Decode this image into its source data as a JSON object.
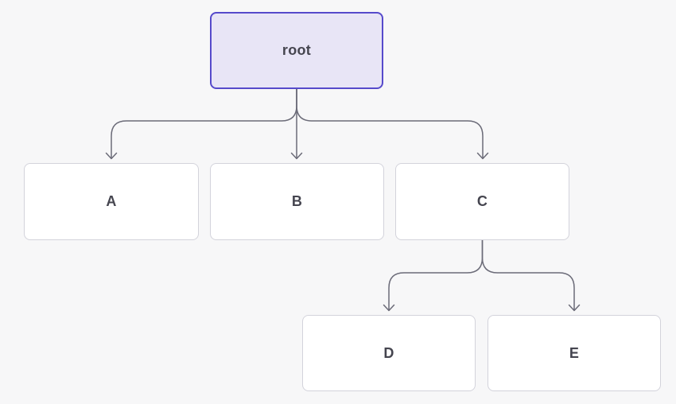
{
  "diagram": {
    "nodes": [
      {
        "id": "root",
        "label": "root"
      },
      {
        "id": "A",
        "label": "A"
      },
      {
        "id": "B",
        "label": "B"
      },
      {
        "id": "C",
        "label": "C"
      },
      {
        "id": "D",
        "label": "D"
      },
      {
        "id": "E",
        "label": "E"
      }
    ],
    "edges": [
      {
        "from": "root",
        "to": "A"
      },
      {
        "from": "root",
        "to": "B"
      },
      {
        "from": "root",
        "to": "C"
      },
      {
        "from": "C",
        "to": "D"
      },
      {
        "from": "C",
        "to": "E"
      }
    ]
  },
  "colors": {
    "background": "#f7f7f8",
    "edge": "#6b6b78",
    "root_fill": "#e8e5f6",
    "root_border": "#564acb",
    "node_fill": "#ffffff",
    "node_border": "#d3d3db",
    "text": "#45454f"
  }
}
